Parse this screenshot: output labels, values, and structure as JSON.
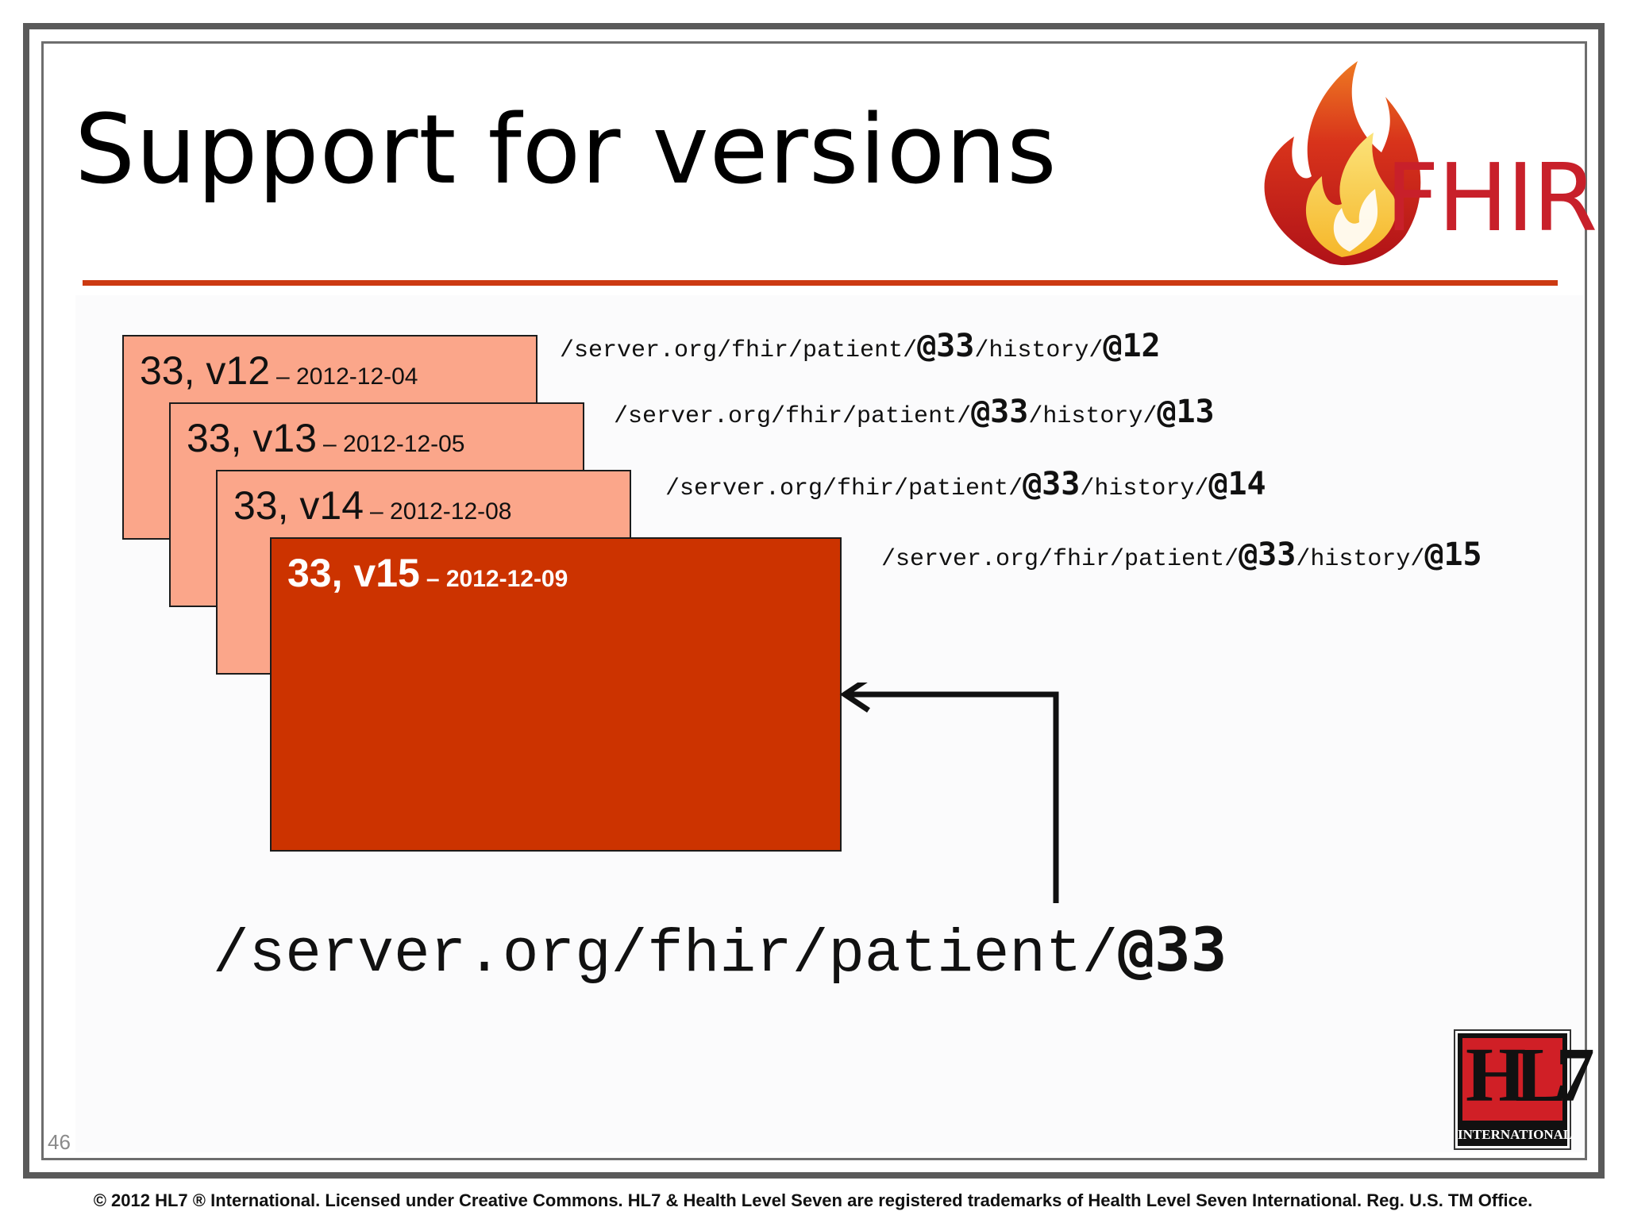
{
  "slide": {
    "title": "Support for versions",
    "number": "46",
    "footer": "© 2012 HL7 ® International. Licensed under Creative Commons. HL7 & Health Level Seven are registered trademarks of Health Level Seven International. Reg. U.S. TM Office."
  },
  "logos": {
    "fhir": {
      "text": "FHIR"
    },
    "hl7": {
      "mark": "HL7",
      "subtitle": "INTERNATIONAL"
    }
  },
  "versions": [
    {
      "id": "33, v12",
      "date": "– 2012-12-04",
      "url_prefix": "/server.org/fhir/patient/",
      "url_id": "@33",
      "url_mid": "/history/",
      "url_version": "@12"
    },
    {
      "id": "33, v13",
      "date": "– 2012-12-05",
      "url_prefix": "/server.org/fhir/patient/",
      "url_id": "@33",
      "url_mid": "/history/",
      "url_version": "@13"
    },
    {
      "id": "33, v14",
      "date": "– 2012-12-08",
      "url_prefix": "/server.org/fhir/patient/",
      "url_id": "@33",
      "url_mid": "/history/",
      "url_version": "@14"
    },
    {
      "id": "33, v15",
      "date": "– 2012-12-09",
      "url_prefix": "/server.org/fhir/patient/",
      "url_id": "@33",
      "url_mid": "/history/",
      "url_version": "@15"
    }
  ],
  "base_url": {
    "prefix": "/server.org/fhir/patient/",
    "id": "@33"
  },
  "colors": {
    "accent_rule": "#cc3a12",
    "card_past": "#fba68a",
    "card_current": "#cc3300",
    "fhir_red": "#c8202a",
    "hl7_red": "#d01f26"
  }
}
